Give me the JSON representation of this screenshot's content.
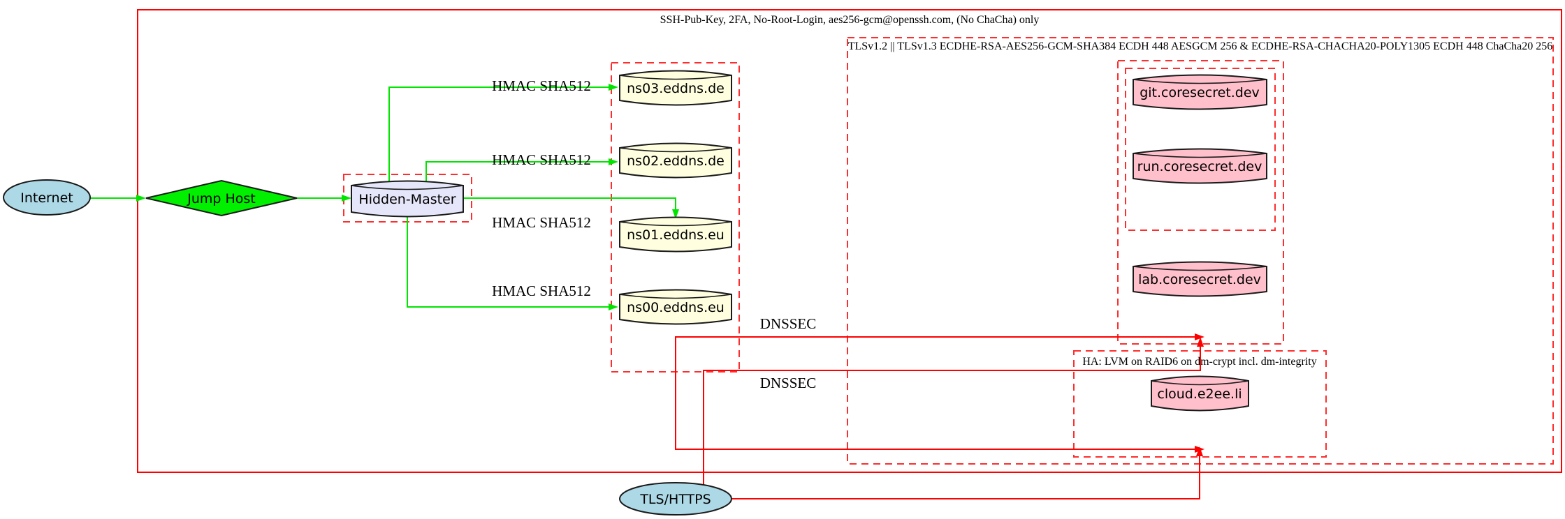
{
  "diagram": {
    "clusters": {
      "ssh": {
        "label": "SSH-Pub-Key, 2FA, No-Root-Login, aes256-gcm@openssh.com, (No ChaCha) only",
        "border_color": "#ff0000"
      },
      "tls": {
        "label": "TLSv1.2 || TLSv1.3 ECDHE-RSA-AES256-GCM-SHA384 ECDH 448 AESGCM 256 & ECDHE-RSA-CHACHA20-POLY1305 ECDH 448 ChaCha20 256",
        "border_color": "#ff2d2d"
      },
      "ha": {
        "label": "HA: LVM on RAID6 on dm-crypt incl. dm-integrity",
        "border_color": "#ff2d2d"
      },
      "hidden_master_box_color": "#ff2d2d",
      "ns_box_color": "#ff2d2d",
      "coresecret_box_color": "#ff2d2d",
      "gitrun_box_color": "#ff2d2d"
    },
    "nodes": {
      "internet": {
        "label": "Internet",
        "fill": "#add8e6"
      },
      "jump_host": {
        "label": "Jump Host",
        "fill": "#00f000"
      },
      "hidden_master": {
        "label": "Hidden-Master",
        "fill": "#e6e6fa"
      },
      "ns03": {
        "label": "ns03.eddns.de",
        "fill": "#ffffe0"
      },
      "ns02": {
        "label": "ns02.eddns.de",
        "fill": "#ffffe0"
      },
      "ns01": {
        "label": "ns01.eddns.eu",
        "fill": "#ffffe0"
      },
      "ns00": {
        "label": "ns00.eddns.eu",
        "fill": "#ffffe0"
      },
      "git": {
        "label": "git.coresecret.dev",
        "fill": "#ffc0cb"
      },
      "run": {
        "label": "run.coresecret.dev",
        "fill": "#ffc0cb"
      },
      "lab": {
        "label": "lab.coresecret.dev",
        "fill": "#ffc0cb"
      },
      "cloud": {
        "label": "cloud.e2ee.li",
        "fill": "#ffc0cb"
      },
      "tls_https": {
        "label": "TLS/HTTPS",
        "fill": "#add8e6"
      }
    },
    "edge_labels": {
      "hmac": "HMAC SHA512",
      "dnssec": "DNSSEC"
    },
    "edge_colors": {
      "green": "#00e500",
      "red": "#ff0000"
    }
  }
}
